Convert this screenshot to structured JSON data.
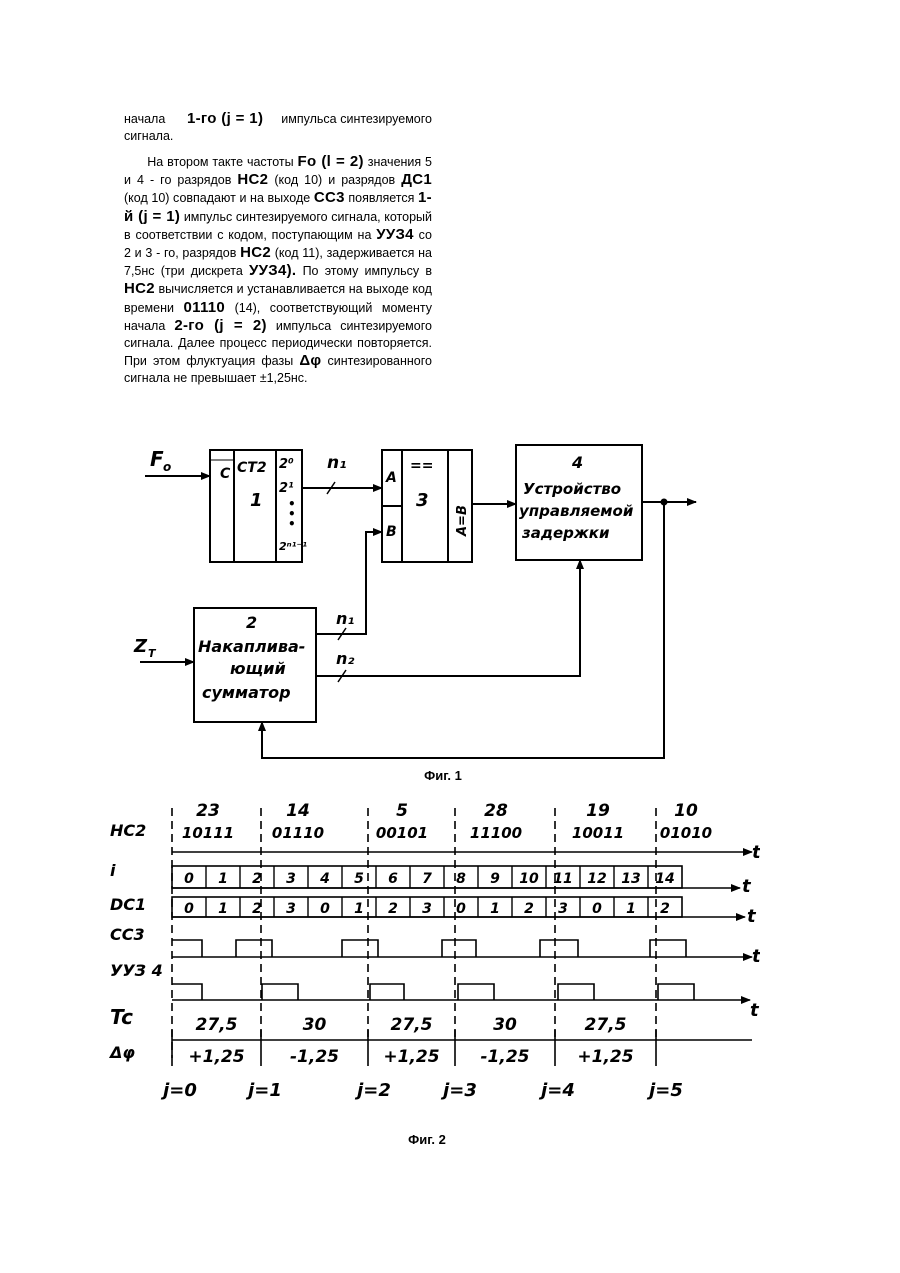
{
  "text": {
    "p1_a": "начала",
    "p1_ins": "1-го (j = 1)",
    "p1_b": "импульса синтезируемого сигнала.",
    "p2_a": "На втором такте частоты",
    "p2_fo": "Fo (l = 2)",
    "p2_b": "значения 5 и 4 - го разрядов",
    "p2_hc2": "НС2",
    "p2_c": "(код 10) и разрядов",
    "p2_dc1": "ДС1",
    "p2_d": "(код 10) совпадают и на выходе",
    "p2_cc3": "СС3",
    "p2_e": "появляется",
    "p2_j1": "1-й (j = 1)",
    "p2_f": "импульс синтезируемого сигнала, который в соответствии с кодом, поступающим на",
    "p2_uuz4": "УУЗ4",
    "p2_g": "со 2 и 3 - го, разрядов",
    "p2_hc2b": "НС2",
    "p2_h": "(код 11), задерживается на 7,5нс (три дискрета",
    "p2_uuz4b": "УУЗ4).",
    "p2_i": "По этому импульсу в",
    "p2_hc2c": "НС2",
    "p2_j": "вычисляется и устанавливается на выходе код времени",
    "p2_code": "01110",
    "p2_k": "(14), соответствующий моменту начала",
    "p2_j2": "2-го (j = 2)",
    "p2_l": "импульса синтезируемого сигнала. Далее процесс периодически повторяется. При этом флуктуация фазы",
    "p2_dphi": "Δφ",
    "p2_m": "синтезированного сигнала не превышает ±1,25нс."
  },
  "fig1": {
    "caption": "Фиг. 1",
    "input_fo": "F",
    "input_fo_sub": "o",
    "input_z": "Z",
    "input_z_sub": "T",
    "block1_c": "C",
    "block1_name": "CT2",
    "block1_num": "1",
    "block1_out0": "2⁰",
    "block1_out1": "2¹",
    "block1_outn": "2ⁿ¹⁻¹",
    "bus_n1": "n₁",
    "block2_num": "2",
    "block2_l1": "Накаплива-",
    "block2_l2": "ющий",
    "block2_l3": "сумматор",
    "bus2_n1": "n₁",
    "bus2_n2": "n₂",
    "block3_eq": "==",
    "block3_num": "3",
    "block3_a": "A",
    "block3_b": "B",
    "block3_out": "A=B",
    "block4_num": "4",
    "block4_l1": "Устройство",
    "block4_l2": "управляемой",
    "block4_l3": "задержки"
  },
  "fig2": {
    "caption": "Фиг. 2",
    "rows": [
      "НС2",
      "i",
      "DC1",
      "CC3",
      "УУЗ 4",
      "Tc",
      "Δφ"
    ],
    "hc2_dec": [
      "23",
      "14",
      "5",
      "28",
      "19",
      "10"
    ],
    "hc2_bin": [
      "10111",
      "01110",
      "00101",
      "11100",
      "10011",
      "01010"
    ],
    "i_vals": [
      "0",
      "1",
      "2",
      "3",
      "4",
      "5",
      "6",
      "7",
      "8",
      "9",
      "10",
      "11",
      "12",
      "13",
      "14"
    ],
    "dc1_vals": [
      "0",
      "1",
      "2",
      "3",
      "0",
      "1",
      "2",
      "3",
      "0",
      "1",
      "2",
      "3",
      "0",
      "1",
      "2"
    ],
    "tc_vals": [
      "27,5",
      "30",
      "27,5",
      "30",
      "27,5"
    ],
    "dphi_vals": [
      "+1,25",
      "-1,25",
      "+1,25",
      "-1,25",
      "+1,25"
    ],
    "j_labels": [
      "j=0",
      "j=1",
      "j=2",
      "j=3",
      "j=4",
      "j=5"
    ],
    "t_label": "t"
  }
}
